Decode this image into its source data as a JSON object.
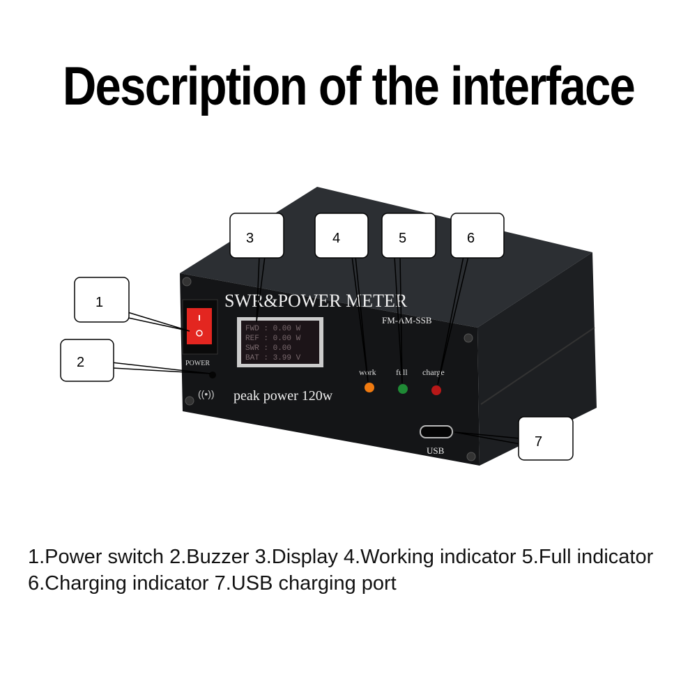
{
  "title": "Description of the interface",
  "device": {
    "brand_line": "SWR&POWER METER",
    "mode_line": "FM-AM-SSB",
    "power_label": "POWER",
    "peak_label": "peak power 120w",
    "usb_label": "USB",
    "led_labels": [
      "work",
      "full",
      "charge"
    ],
    "led_colors": [
      "#f07a10",
      "#1f8a35",
      "#b81818"
    ],
    "screen_lines": [
      "FWD : 0.00 W",
      "REF : 0.00 W",
      "SWR : 0.00",
      "BAT : 3.99 V"
    ]
  },
  "callouts": [
    "1",
    "2",
    "3",
    "4",
    "5",
    "6",
    "7"
  ],
  "caption": "1.Power switch 2.Buzzer 3.Display 4.Working indicator 5.Full indicator 6.Charging indicator 7.USB charging port"
}
